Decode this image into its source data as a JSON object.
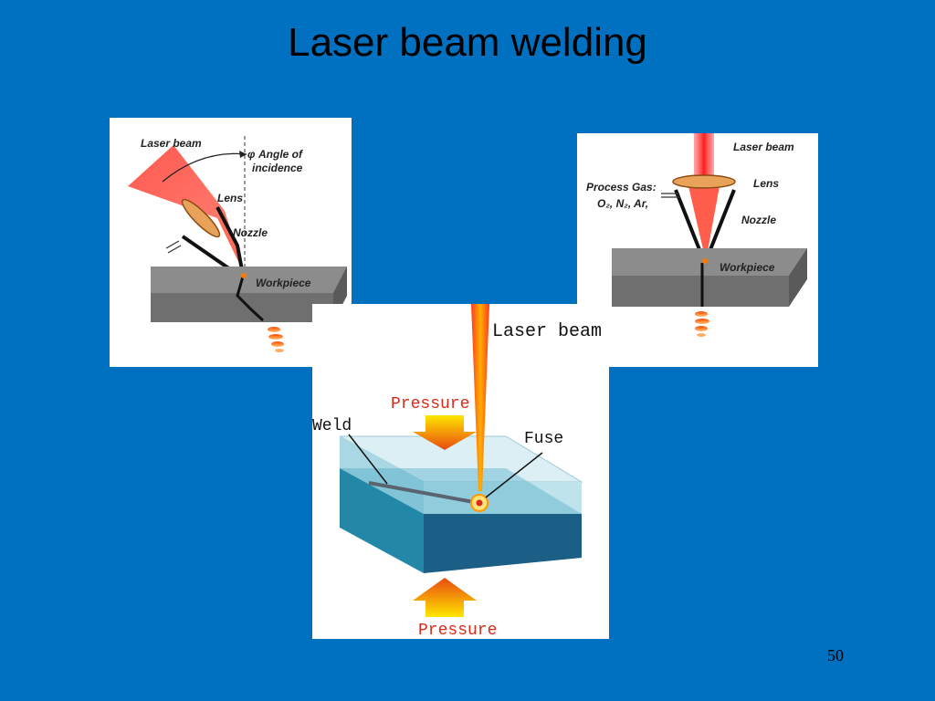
{
  "slide": {
    "title": "Laser beam welding",
    "page_number": "50"
  },
  "diagram_angled": {
    "laser_beam": "Laser beam",
    "angle_symbol": "φ",
    "angle_line1": "Angle of",
    "angle_line2": "incidence",
    "lens": "Lens",
    "nozzle": "Nozzle",
    "workpiece": "Workpiece"
  },
  "diagram_vertical": {
    "laser_beam": "Laser beam",
    "lens": "Lens",
    "nozzle": "Nozzle",
    "workpiece": "Workpiece",
    "process_gas": "Process Gas:",
    "gases": "O₂, N₂, Ar,"
  },
  "diagram_pressure": {
    "laser_beam": "Laser beam",
    "pressure_top": "Pressure",
    "pressure_bottom": "Pressure",
    "weld": "Weld",
    "fuse": "Fuse"
  },
  "colors": {
    "background": "#0070c0",
    "beam_red": "#e8302a",
    "pressure_text": "#d92b1b",
    "slab_light": "#bfe3ec",
    "slab_dark": "#1b5f86"
  }
}
